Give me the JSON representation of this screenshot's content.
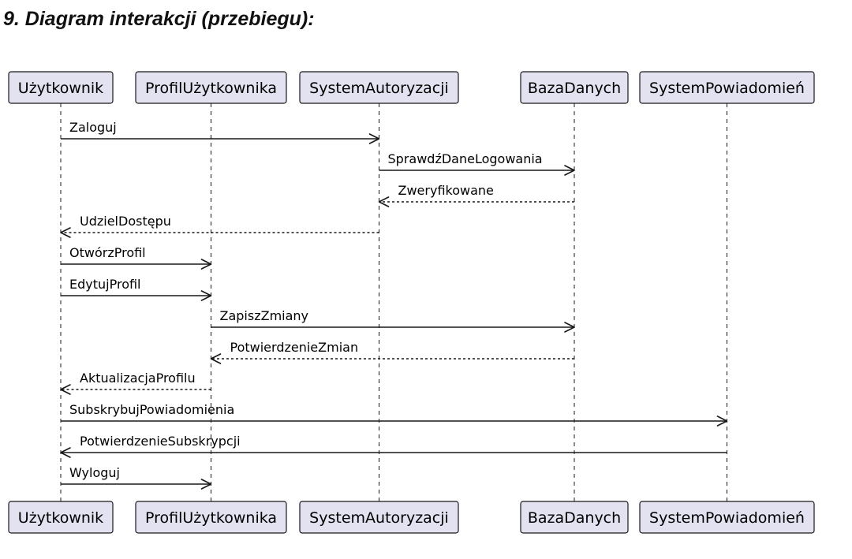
{
  "heading": "9. Diagram interakcji (przebiegu):",
  "participants": [
    {
      "id": "uzytkownik",
      "label": "Użytkownik"
    },
    {
      "id": "profil",
      "label": "ProfilUżytkownika"
    },
    {
      "id": "autoryzacja",
      "label": "SystemAutoryzacji"
    },
    {
      "id": "baza",
      "label": "BazaDanych"
    },
    {
      "id": "powiadomienia",
      "label": "SystemPowiadomień"
    }
  ],
  "messages": [
    {
      "from": "uzytkownik",
      "to": "autoryzacja",
      "label": "Zaloguj",
      "style": "solid"
    },
    {
      "from": "autoryzacja",
      "to": "baza",
      "label": "SprawdźDaneLogowania",
      "style": "solid"
    },
    {
      "from": "baza",
      "to": "autoryzacja",
      "label": "Zweryfikowane",
      "style": "dashed"
    },
    {
      "from": "autoryzacja",
      "to": "uzytkownik",
      "label": "UdzielDostępu",
      "style": "dashed"
    },
    {
      "from": "uzytkownik",
      "to": "profil",
      "label": "OtwórzProfil",
      "style": "solid"
    },
    {
      "from": "uzytkownik",
      "to": "profil",
      "label": "EdytujProfil",
      "style": "solid"
    },
    {
      "from": "profil",
      "to": "baza",
      "label": "ZapiszZmiany",
      "style": "solid"
    },
    {
      "from": "baza",
      "to": "profil",
      "label": "PotwierdzenieZmian",
      "style": "dashed"
    },
    {
      "from": "profil",
      "to": "uzytkownik",
      "label": "AktualizacjaProfilu",
      "style": "dashed"
    },
    {
      "from": "uzytkownik",
      "to": "powiadomienia",
      "label": "SubskrybujPowiadomienia",
      "style": "solid"
    },
    {
      "from": "powiadomienia",
      "to": "uzytkownik",
      "label": "PotwierdzenieSubskrypcji",
      "style": "solid"
    },
    {
      "from": "uzytkownik",
      "to": "profil",
      "label": "Wyloguj",
      "style": "solid"
    }
  ],
  "colors": {
    "participant_fill": "#e2e2f0",
    "line": "#181818"
  }
}
